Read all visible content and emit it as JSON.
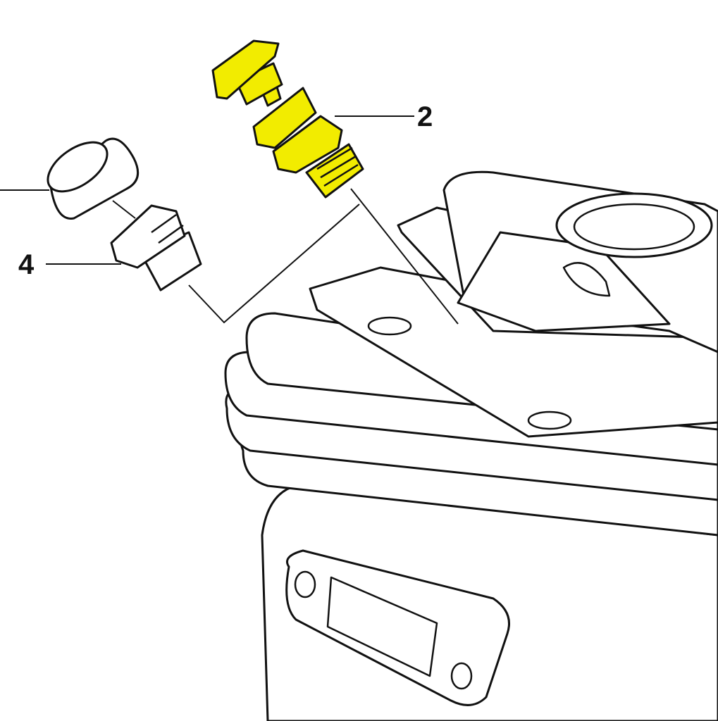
{
  "diagram": {
    "callouts": [
      {
        "label": "2",
        "part": "highlighted-valve"
      },
      {
        "label": "4",
        "part": "plug-screw"
      }
    ],
    "highlight_color": "#f2ec00"
  }
}
